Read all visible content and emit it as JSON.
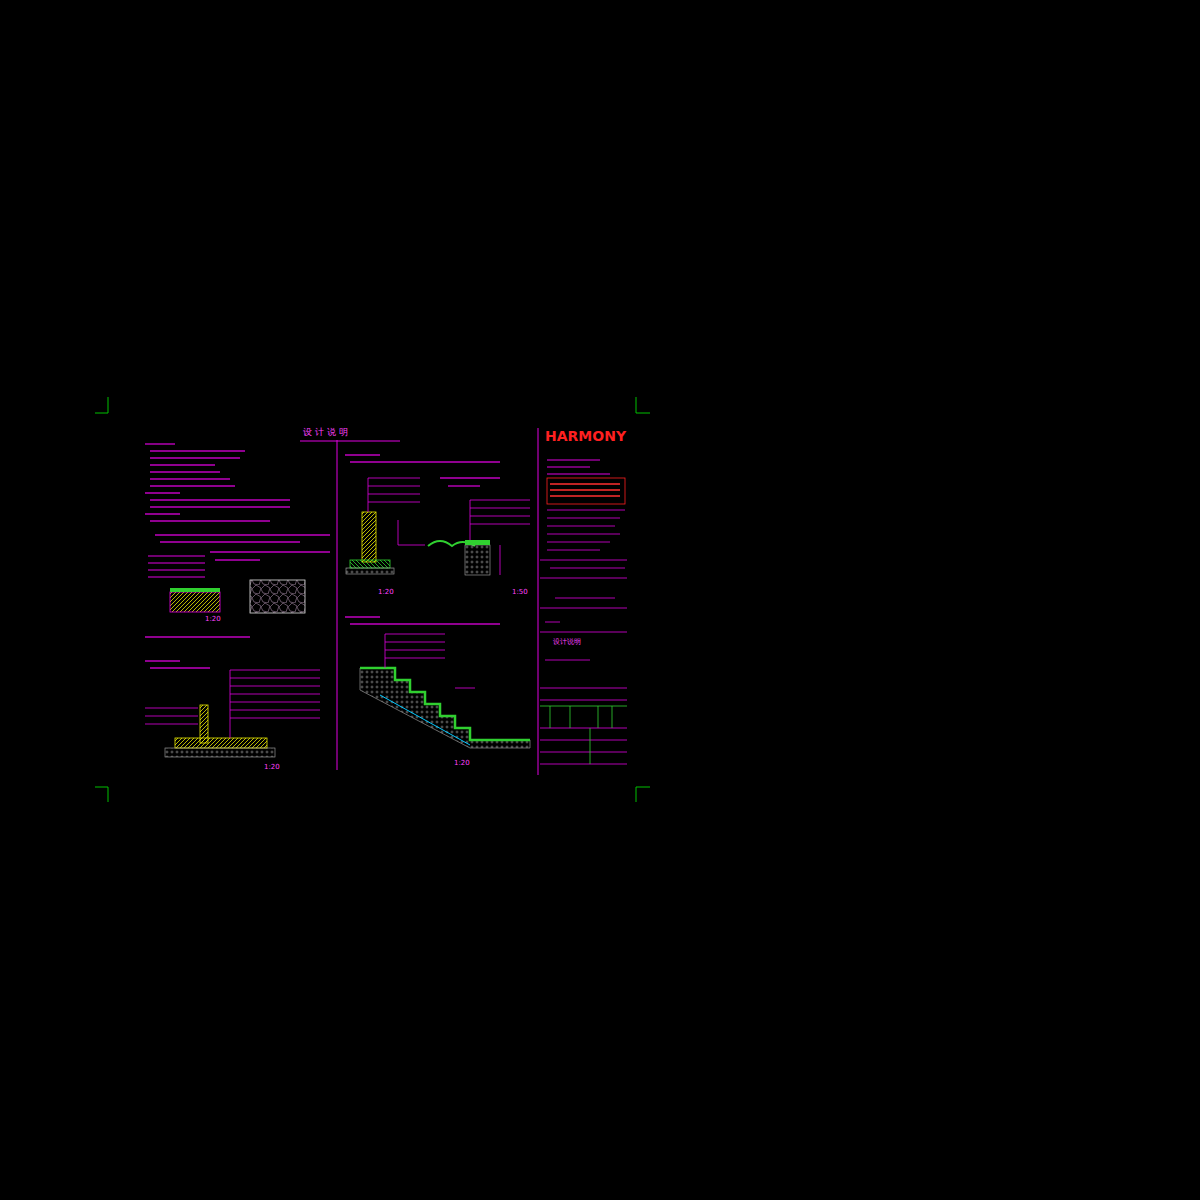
{
  "diagram": {
    "title": "设 计 说 明",
    "labels": [
      "HARMONY",
      "设计说明",
      "1:20",
      "1:20",
      "1:50",
      "1:20",
      "1:20"
    ]
  }
}
